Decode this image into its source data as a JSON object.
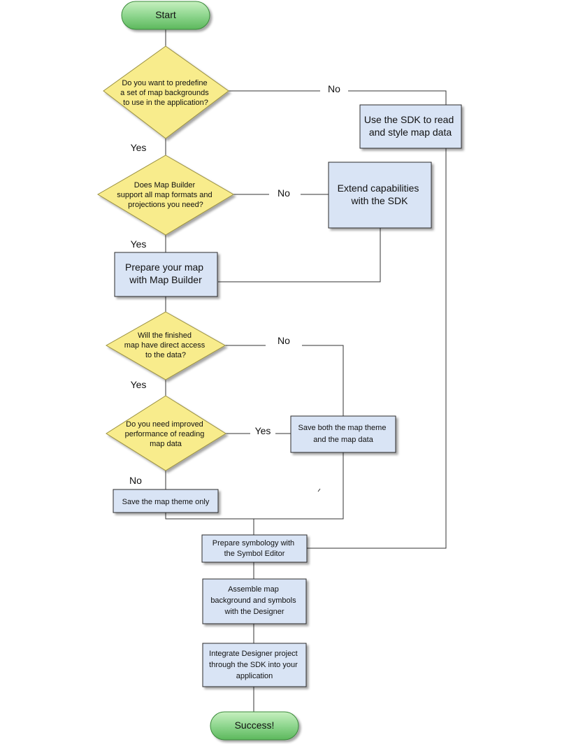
{
  "colors": {
    "terminal_fill": "#8fd68f",
    "terminal_stroke": "#3a8a3a",
    "decision_fill": "#f8ec8c",
    "decision_stroke": "#9a9040",
    "process_fill": "#d9e4f5",
    "process_stroke": "#2a2a2a",
    "connector": "#333333"
  },
  "nodes": {
    "start": {
      "label": "Start"
    },
    "q_predefine": {
      "lines": [
        "Do you want to predefine",
        "a set of map backgrounds",
        "to use in the application?"
      ]
    },
    "q_formats": {
      "lines": [
        "Does Map Builder",
        "support all map formats and",
        "projections you need?"
      ]
    },
    "q_direct_access": {
      "lines": [
        "Will the finished",
        "map have direct access",
        "to the data?"
      ]
    },
    "q_performance": {
      "lines": [
        "Do you need improved",
        "performance of reading",
        "map data"
      ]
    },
    "p_sdk_read": {
      "lines": [
        "Use the SDK to read",
        "and style map data"
      ]
    },
    "p_extend": {
      "lines": [
        "Extend capabilities",
        "with the SDK"
      ]
    },
    "p_prepare_map": {
      "lines": [
        "Prepare your map",
        "with Map Builder"
      ]
    },
    "p_save_both": {
      "lines": [
        "Save both the map theme",
        "and the map data"
      ]
    },
    "p_save_theme": {
      "lines": [
        "Save the map theme only"
      ]
    },
    "p_symbology": {
      "lines": [
        "Prepare symbology with",
        "the Symbol Editor"
      ]
    },
    "p_assemble": {
      "lines": [
        "Assemble map",
        "background and symbols",
        "with the Designer"
      ]
    },
    "p_integrate": {
      "lines": [
        "Integrate Designer project",
        "through the SDK into your",
        "application"
      ]
    },
    "success": {
      "label": "Success!"
    }
  },
  "edges": {
    "predefine_no": "No",
    "predefine_yes": "Yes",
    "formats_no": "No",
    "formats_yes": "Yes",
    "direct_no": "No",
    "direct_yes": "Yes",
    "performance_yes": "Yes",
    "performance_no": "No"
  }
}
